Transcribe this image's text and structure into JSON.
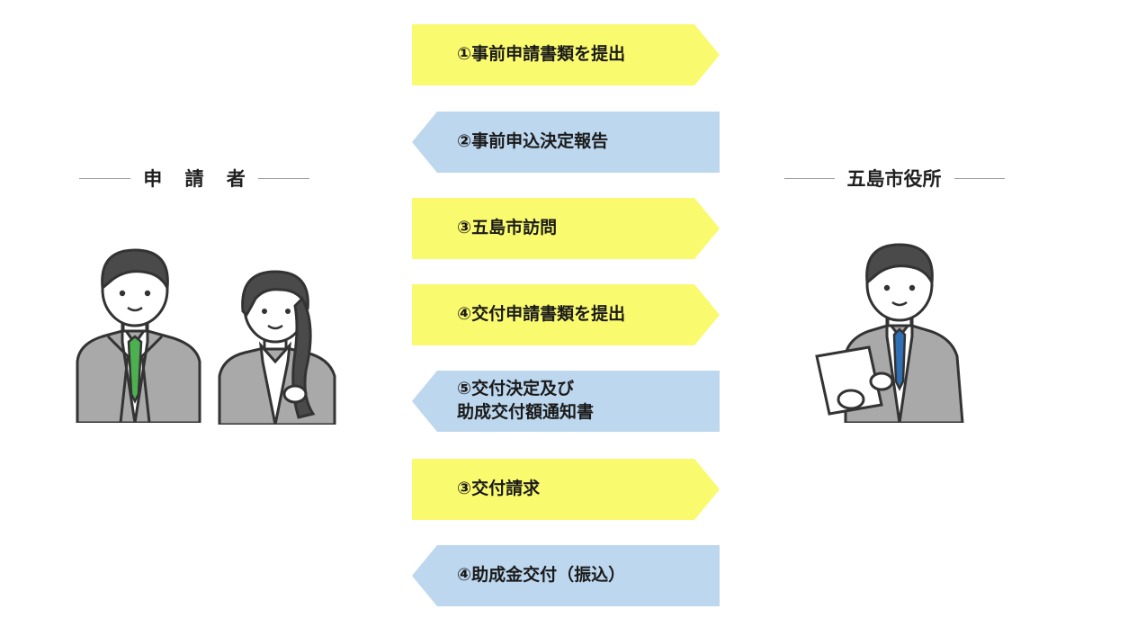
{
  "parties": {
    "applicant": "申 請 者",
    "city": "五島市役所"
  },
  "steps": [
    {
      "label": "①事前申請書類を提出",
      "direction": "right"
    },
    {
      "label": "②事前申込決定報告",
      "direction": "left"
    },
    {
      "label": "③五島市訪問",
      "direction": "right"
    },
    {
      "label": "④交付申請書類を提出",
      "direction": "right"
    },
    {
      "label": "⑤交付決定及び\n助成交付額通知書",
      "direction": "left"
    },
    {
      "label": "③交付請求",
      "direction": "right"
    },
    {
      "label": "④助成金交付（振込）",
      "direction": "left"
    }
  ],
  "colors": {
    "to_city": "#fafa6e",
    "to_applicant": "#bdd7ee",
    "suit": "#a9a9a9",
    "hair": "#4a4a4a",
    "skin": "#ffffff",
    "green_tie": "#4caf50",
    "blue_tie": "#2f6fb5"
  }
}
